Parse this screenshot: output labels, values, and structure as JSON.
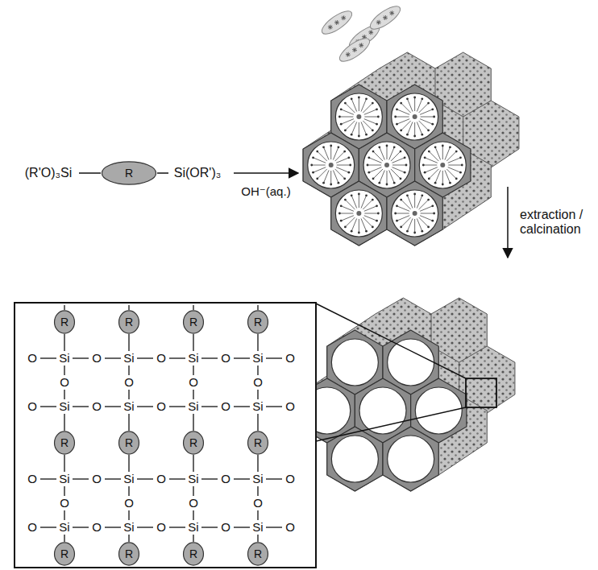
{
  "diagram": {
    "nodes": [
      {
        "text": [
          "R"
        ]
      },
      {
        "text": [
          "R"
        ]
      },
      {
        "text": [
          "R"
        ]
      },
      {
        "text": [
          "R"
        ]
      },
      {
        "text": [
          "R"
        ]
      },
      {
        "text": [
          "R"
        ]
      },
      {
        "text": [
          "R"
        ]
      },
      {
        "text": [
          "R"
        ]
      },
      {
        "text": [
          "R"
        ]
      },
      {
        "text": [
          "R"
        ]
      },
      {
        "text": [
          "R"
        ]
      },
      {
        "text": [
          "R"
        ]
      },
      {
        "text": [
          "R"
        ]
      }
    ],
    "labels": [
      "(R'O)₃Si",
      "Si(OR')₃",
      "OH⁻(aq.)",
      "extraction / calcination",
      "O",
      "Si",
      "O",
      "Si",
      "O",
      "Si",
      "O",
      "Si",
      "O",
      "O",
      "O",
      "O",
      "O",
      "O",
      "Si",
      "O",
      "Si",
      "O",
      "Si",
      "O",
      "Si",
      "O",
      "O",
      "Si",
      "O",
      "Si",
      "O",
      "Si",
      "O",
      "Si",
      "O",
      "O",
      "O",
      "O",
      "O",
      "O",
      "Si",
      "O",
      "Si",
      "O",
      "Si",
      "O",
      "Si",
      "O"
    ]
  }
}
